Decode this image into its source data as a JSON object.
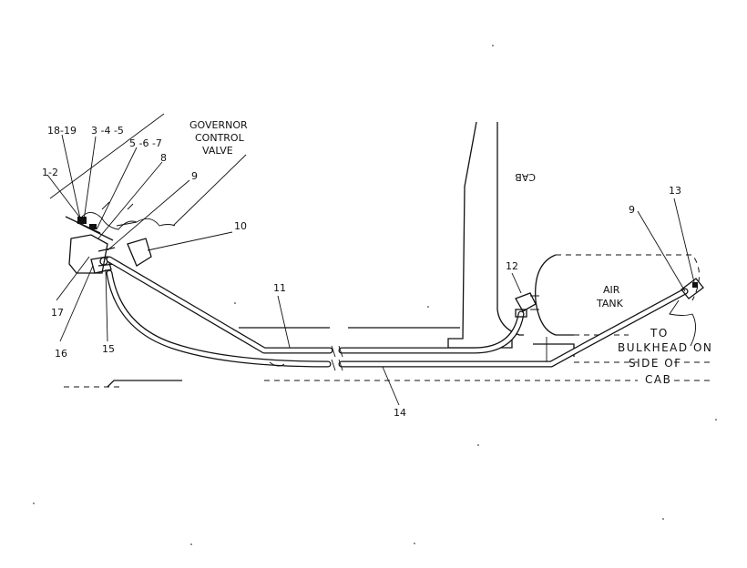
{
  "labels": {
    "governor_line1": "GOVERNOR",
    "governor_line2": "CONTROL",
    "governor_line3": "VALVE",
    "cab": "CAB",
    "air_tank_line1": "AIR",
    "air_tank_line2": "TANK",
    "note_line1": "TO",
    "note_line2": "BULKHEAD ON",
    "note_line3": "SIDE OF",
    "note_line4": "CAB"
  },
  "callouts": {
    "c_18_19": "18-19",
    "c_3_4_5": "3 -4 -5",
    "c_5_6_7": "5 -6 -7",
    "c_1_2": "1-2",
    "c_8": "8",
    "c_9_left": "9",
    "c_10": "10",
    "c_11": "11",
    "c_12": "12",
    "c_9_right": "9",
    "c_13": "13",
    "c_14": "14",
    "c_15": "15",
    "c_16": "16",
    "c_17": "17"
  }
}
